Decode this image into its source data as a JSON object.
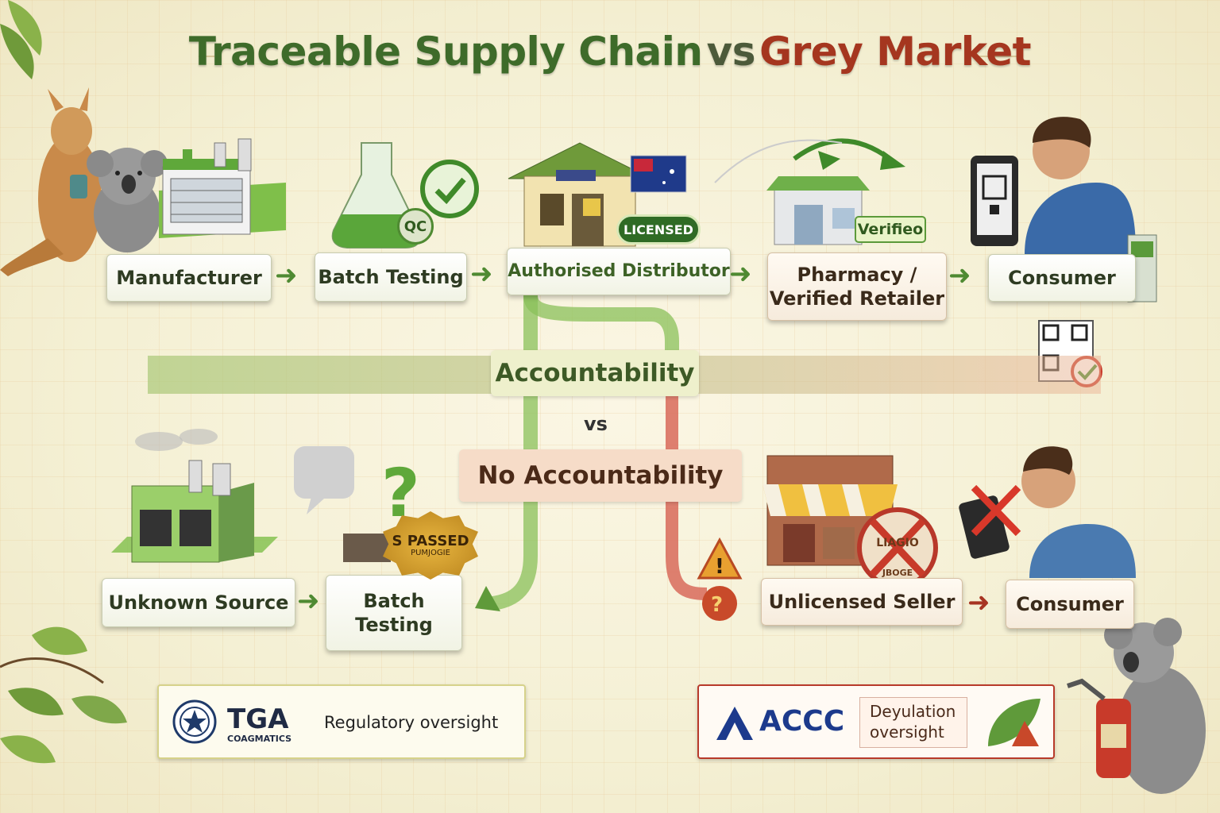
{
  "title": {
    "part1": "Traceable Supply Chain",
    "vs": "vs",
    "part2": "Grey Market"
  },
  "colors": {
    "traceable": "#3e6b2a",
    "grey_market": "#a5361f",
    "green_flow": "#4f8a32",
    "red_flow": "#a73422"
  },
  "traceable_chain": {
    "steps": [
      {
        "label": "Manufacturer",
        "icon": "factory-icon"
      },
      {
        "label": "Batch Testing",
        "icon": "flask-icon"
      },
      {
        "label": "Authorised Distributor",
        "icon": "warehouse-icon"
      },
      {
        "label": "Pharmacy / Verified Retailer",
        "icon": "pharmacy-icon"
      },
      {
        "label": "Consumer",
        "icon": "person-scanning-qr-icon"
      }
    ],
    "badges": {
      "qc": "QC",
      "licensed": "LICENSED",
      "verified": "Verifieo"
    }
  },
  "middle": {
    "accountability": "Accountability",
    "vs": "vs",
    "no_accountability": "No Accountability"
  },
  "grey_market_chain": {
    "steps": [
      {
        "label": "Unknown Source",
        "icon": "factory-icon"
      },
      {
        "label": "Batch Testing",
        "icon": "question-mark-icon"
      },
      {
        "label": "Unlicensed Seller",
        "icon": "storefront-icon"
      },
      {
        "label": "Consumer",
        "icon": "person-scanning-qr-icon"
      }
    ],
    "badges": {
      "passed_main": "S PASSED",
      "passed_sub": "PUMJOGIE",
      "crossed_stamp_top": "LIAGIO",
      "crossed_stamp_bottom": "JBOGE"
    }
  },
  "regulators": {
    "tga": {
      "name": "TGA",
      "sub": "COAGMATICS",
      "text": "Regulatory oversight"
    },
    "accc": {
      "name": "ACCC",
      "text_line1": "Deyulation",
      "text_line2": "oversight"
    }
  }
}
